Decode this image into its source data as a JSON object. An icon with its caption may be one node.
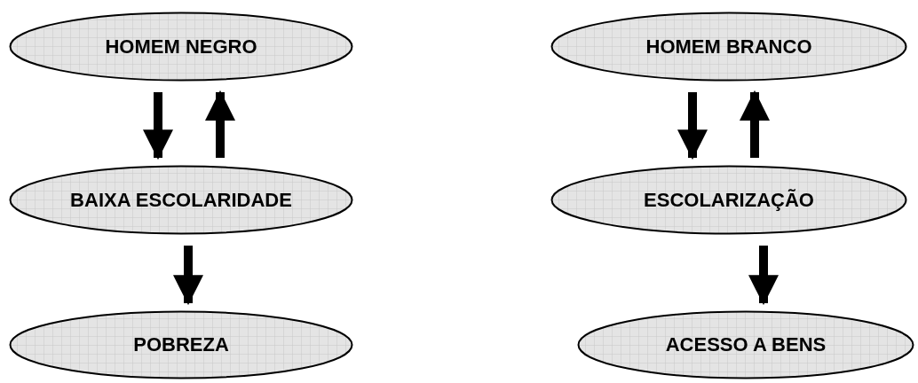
{
  "diagram": {
    "nodes": [
      {
        "text": [
          "HOMEM NEGRO"
        ]
      },
      {
        "text": [
          "BAIXA ESCOLARIDADE"
        ]
      },
      {
        "text": [
          "POBREZA"
        ]
      },
      {
        "text": [
          "HOMEM BRANCO"
        ]
      },
      {
        "text": [
          "ESCOLARIZAÇÃO"
        ]
      },
      {
        "text": [
          "ACESSO A BENS"
        ]
      }
    ],
    "edges": [
      {
        "from": 0,
        "to": 1,
        "arrow": "to"
      },
      {
        "from": 1,
        "to": 0,
        "arrow": "to"
      },
      {
        "from": 1,
        "to": 2,
        "arrow": "to"
      },
      {
        "from": 3,
        "to": 4,
        "arrow": "to"
      },
      {
        "from": 4,
        "to": 3,
        "arrow": "to"
      },
      {
        "from": 4,
        "to": 5,
        "arrow": "to"
      }
    ]
  }
}
